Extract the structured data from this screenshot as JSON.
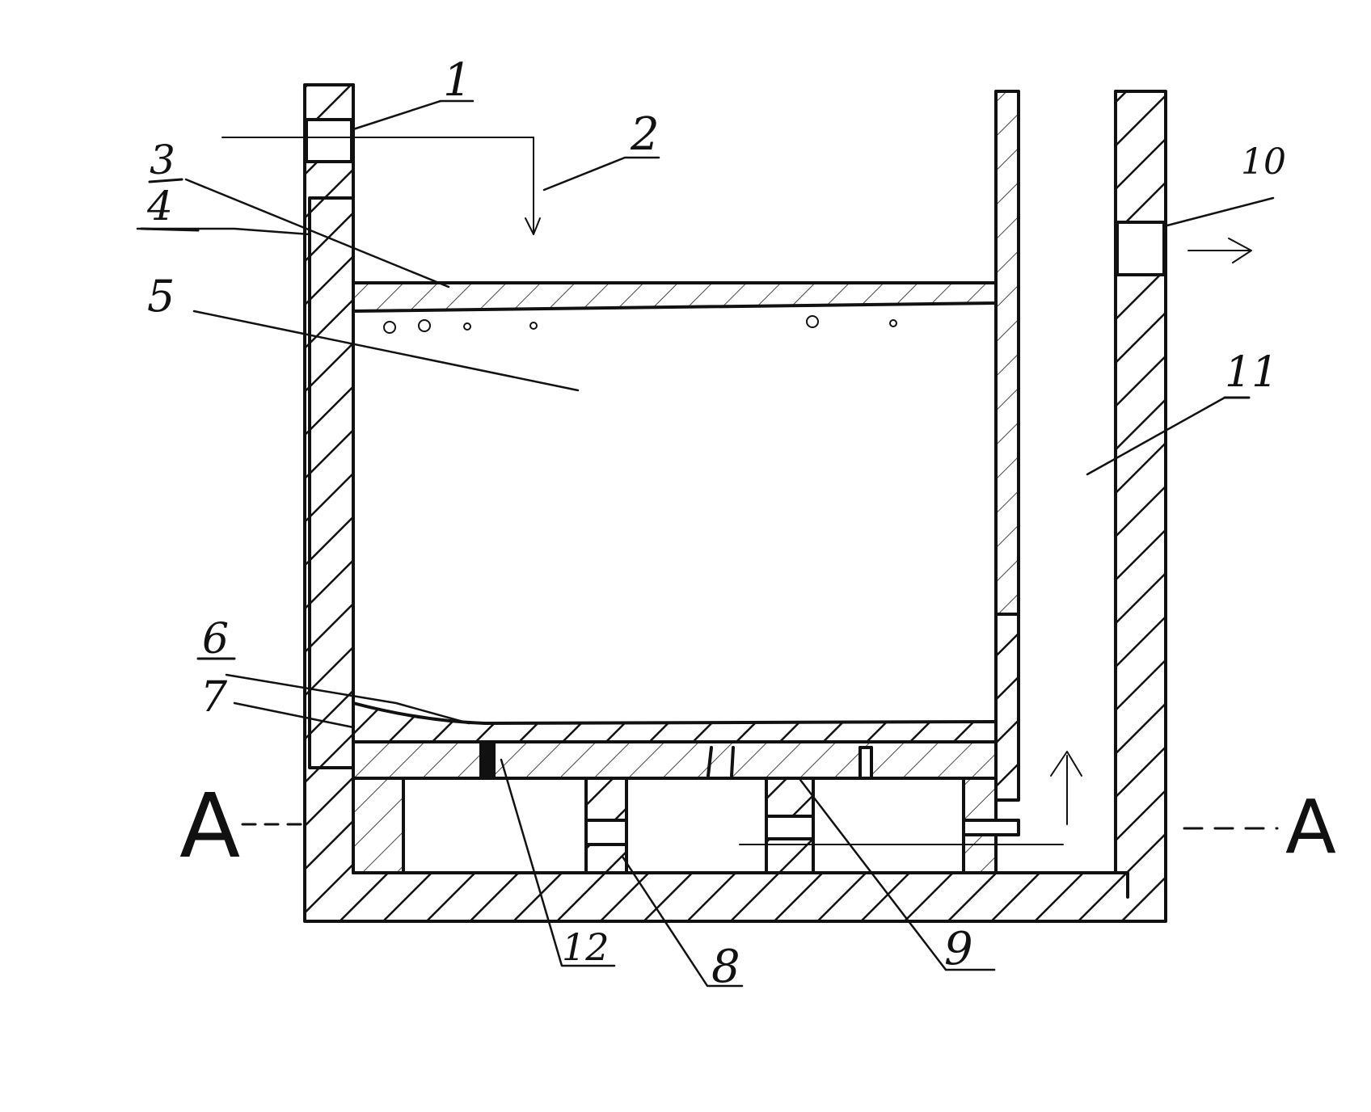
{
  "labels": {
    "l1": "1",
    "l2": "2",
    "l3": "3",
    "l4": "4",
    "l5": "5",
    "l6": "6",
    "l7": "7",
    "l8": "8",
    "l9": "9",
    "l10": "10",
    "l11": "11",
    "l12": "12",
    "section_left": "A",
    "section_right": "A"
  },
  "colors": {
    "ink": "#111111",
    "paper": "#ffffff"
  }
}
